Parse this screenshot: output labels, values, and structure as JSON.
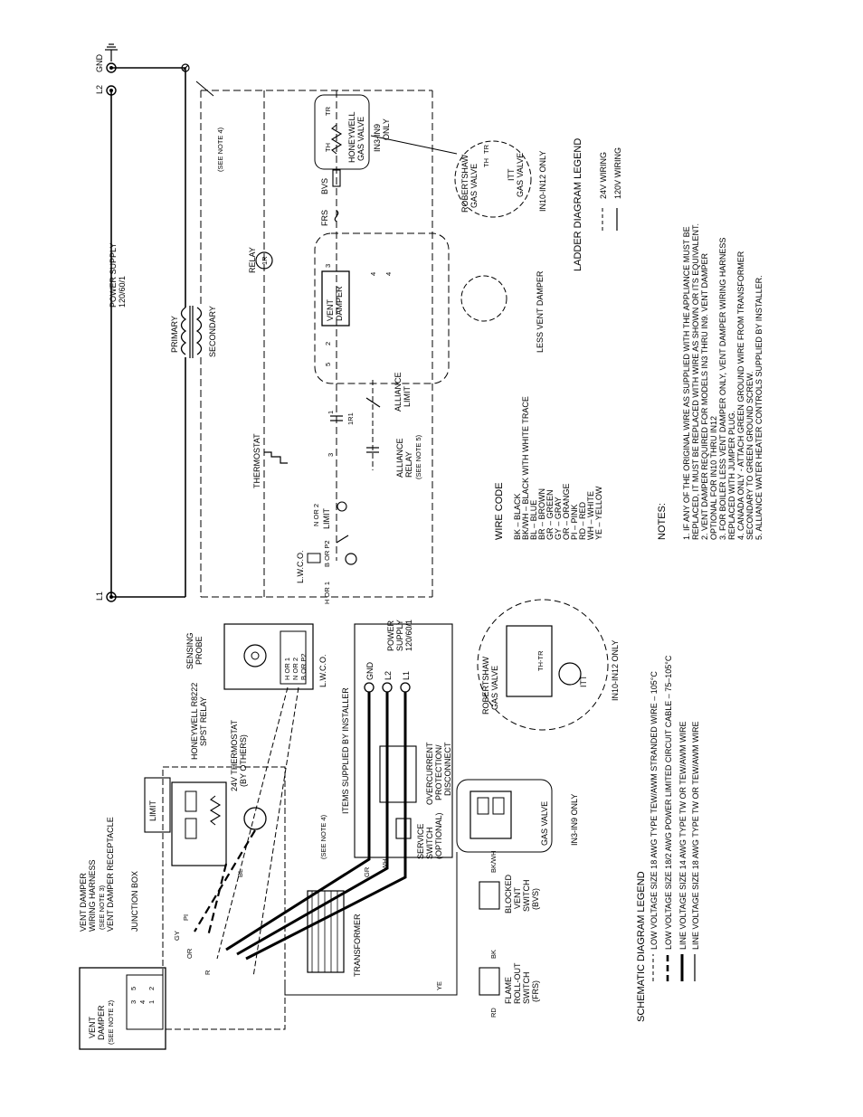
{
  "ladder": {
    "terminals": {
      "l1": "L1",
      "l2": "L2",
      "gnd": "GND"
    },
    "power_supply": [
      "POWER SUPPLY",
      "120/60/1"
    ],
    "see_note_4": "(SEE NOTE 4)",
    "primary": "PRIMARY",
    "secondary": "SECONDARY",
    "relay": "RELAY",
    "relay_coil": "1R",
    "thermostat": "THERMOSTAT",
    "lwco": "L.W.C.O.",
    "lwco_h": "H OR 1",
    "lwco_n": "N OR 2",
    "lwco_b": "B OR P2",
    "limit": "LIMIT",
    "alliance_relay": [
      "ALLIANCE",
      "RELAY",
      "(SEE NOTE 5)"
    ],
    "alliance_limit": [
      "ALLIANCE",
      "LIMIT"
    ],
    "contacts_1r1": "1R1",
    "n3": "3",
    "n1": "1",
    "vent_damper": [
      "VENT",
      "DAMPER"
    ],
    "vd_pins": {
      "p5": "5",
      "p2": "2",
      "p3": "3",
      "p4": "4"
    },
    "frs": "FRS",
    "bvs": "BVS",
    "honeywell_gv": [
      "HONEYWELL",
      "GAS VALVE"
    ],
    "th": "TH",
    "tr": "TR",
    "in3_in9_only": [
      "IN3-IN9",
      "ONLY"
    ],
    "robertshaw_gv": [
      "ROBERTSHAW",
      "GAS VALVE"
    ],
    "itt": "ITT",
    "gas_valve": "GAS VALVE",
    "in10_in12_only": "IN10-IN12 ONLY",
    "less_vent_damper": "LESS VENT DAMPER"
  },
  "ladder_legend": {
    "title": "LADDER DIAGRAM LEGEND",
    "items": [
      "24V WIRING",
      "120V WIRING"
    ]
  },
  "wire_code": {
    "title": "WIRE CODE",
    "items": [
      "BK – BLACK",
      "BK/WH – BLACK WITH WHITE TRACE",
      "BL – BLUE",
      "BR – BROWN",
      "GR – GREEN",
      "GY – GRAY",
      "OR – ORANGE",
      "PI – PINK",
      "RD – RED",
      "WH – WHITE",
      "YE – YELLOW"
    ]
  },
  "notes": {
    "title": "NOTES:",
    "items": [
      "1. IF ANY OF THE ORIGINAL WIRE AS SUPPLIED WITH THE APPLIANCE MUST BE",
      "    REPLACED, IT MUST BE REPLACED WITH WIRE AS SHOWN OR ITS EQUIVALENT.",
      "2. VENT DAMPER REQUIRED FOR MODELS IN3 THRU IN9. VENT DAMPER",
      "    OPTIONAL FOR IN10 THRU IN12",
      "3. FOR BOILER LESS VENT DAMPER ONLY, VENT DAMPER WIRING HARNESS",
      "    REPLACED WITH JUMPER PLUG.",
      "4. CANADA ONLY - ATTACH GREEN GROUND WIRE FROM TRANSFORMER",
      "    SECONDARY TO GREEN GROUND SCREW.",
      "5. ALLIANCE WATER HEATER CONTROLS SUPPLIED BY INSTALLER."
    ]
  },
  "schematic": {
    "vent_damper": [
      "VENT",
      "DAMPER",
      "(SEE NOTE 2)"
    ],
    "vd_pins": [
      "3",
      "4",
      "1",
      "5",
      "2"
    ],
    "wiring_harness": [
      "VENT DAMPER",
      "WIRING HARNESS",
      "(SEE NOTE 3)"
    ],
    "receptacle": "VENT DAMPER RECEPTACLE",
    "junction_box": "JUNCTION BOX",
    "limit": "LIMIT",
    "honeywell": [
      "HONEYWELL R8222",
      "SPST RELAY"
    ],
    "thermostat": [
      "24V THERMOSTAT",
      "(BY OTHERS)"
    ],
    "sensing_probe": [
      "SENSING",
      "PROBE"
    ],
    "lwco": "L.W.C.O.",
    "lwco_rows": [
      "H OR 1",
      "N OR 2",
      "B OR P2"
    ],
    "items_installer": "ITEMS SUPPLIED BY INSTALLER",
    "power_supply": [
      "POWER",
      "SUPPLY",
      "120/60/1"
    ],
    "terms": [
      "GND",
      "L2",
      "L1"
    ],
    "overcurrent": [
      "OVERCURRENT",
      "PROTECTION/",
      "DISCONNECT"
    ],
    "service_switch": [
      "SERVICE",
      "SWITCH",
      "(OPTIONAL)"
    ],
    "optional": "(OPTIONAL)",
    "see_note_4": "(SEE NOTE 4)",
    "transformer": "TRANSFORMER",
    "frs": [
      "FLAME",
      "ROLL-OUT",
      "SWITCH",
      "(FRS)"
    ],
    "bvs": [
      "BLOCKED",
      "VENT",
      "SWITCH",
      "(BVS)"
    ],
    "gas_valve": "GAS VALVE",
    "in3_in9_only": "IN3-IN9 ONLY",
    "robertshaw": [
      "ROBERTSHAW",
      "GAS VALVE"
    ],
    "itt": "ITT",
    "th_tr": "TH-TR",
    "in10_in12_only": "IN10-IN12 ONLY",
    "wire_labels": {
      "bk": "BK",
      "bkwh": "BK/WH",
      "rd": "RD",
      "ye": "YE",
      "gr": "GR",
      "wh": "WH",
      "bl": "BL",
      "or": "OR",
      "gy": "GY",
      "pi": "PI",
      "r": "R"
    }
  },
  "schematic_legend": {
    "title": "SCHEMATIC DIAGRAM LEGEND",
    "items": [
      "LOW VOLTAGE SIZE 18 AWG TYPE TEW/AWM STRANDED WIRE – 105°C",
      "LOW VOLTAGE SIZE 18/2 AWG POWER LIMITED CIRCUIT CABLE – 75–105°C",
      "LINE VOLTAGE SIZE 14 AWG TYPE TW OR TEW/AWM WIRE",
      "LINE VOLTAGE SIZE 18 AWG TYPE TW OR TEW/AWM WIRE"
    ]
  }
}
